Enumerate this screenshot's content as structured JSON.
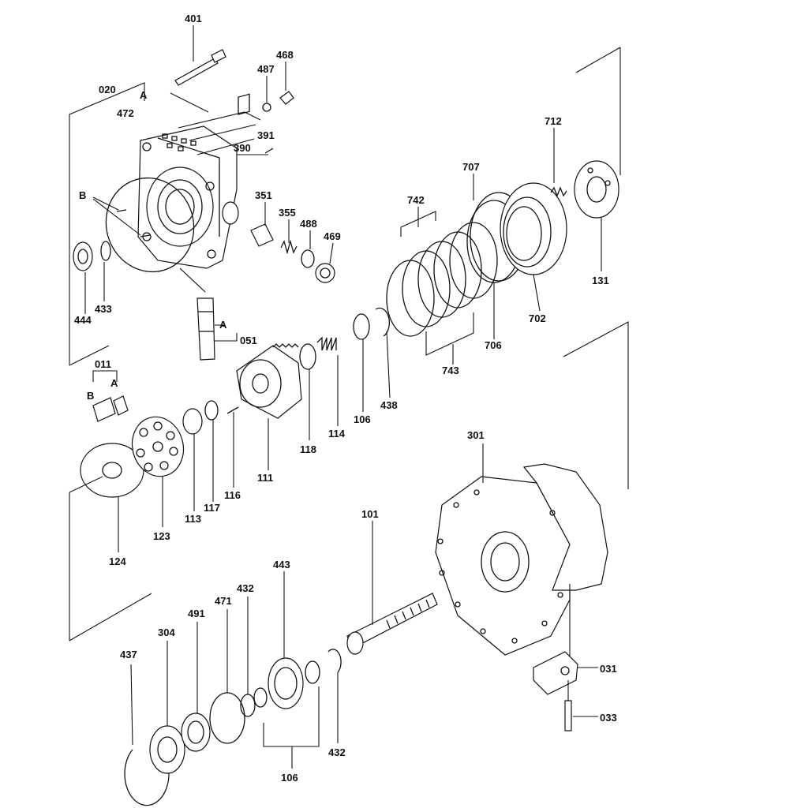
{
  "diagram": {
    "labels": {
      "p401": "401",
      "p468": "468",
      "p487": "487",
      "p020": "020",
      "pA_top": "A",
      "p472": "472",
      "p391": "391",
      "p390": "390",
      "pB_top": "B",
      "p351": "351",
      "p355": "355",
      "p488": "488",
      "p469": "469",
      "p444": "444",
      "p433": "433",
      "pA_051": "A",
      "p051": "051",
      "p011": "011",
      "pB_011": "B",
      "pA_011": "A",
      "p712": "712",
      "p707": "707",
      "p742": "742",
      "p131": "131",
      "p702": "702",
      "p706": "706",
      "p743": "743",
      "p438": "438",
      "p106_mid": "106",
      "p114": "114",
      "p118": "118",
      "p111": "111",
      "p116": "116",
      "p117": "117",
      "p113": "113",
      "p123": "123",
      "p124": "124",
      "p301": "301",
      "p101": "101",
      "p443": "443",
      "p432_top": "432",
      "p471": "471",
      "p491": "491",
      "p304": "304",
      "p437": "437",
      "p031": "031",
      "p033": "033",
      "p432_bot": "432",
      "p106_bot": "106"
    }
  }
}
